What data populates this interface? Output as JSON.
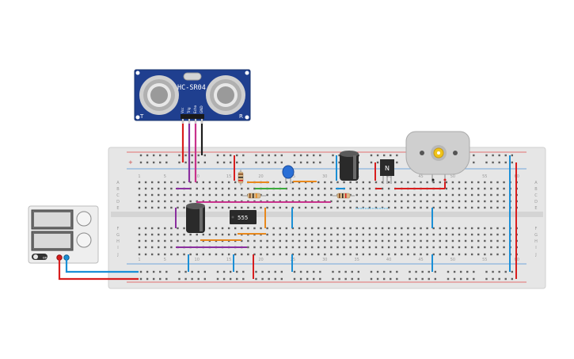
{
  "sensor": {
    "model": "HC-SR04",
    "left_mark": "T",
    "right_mark": "R",
    "pins": [
      "Vcc",
      "Trig",
      "Echo",
      "GND"
    ]
  },
  "breadboard": {
    "top_numbers": [
      "1",
      "5",
      "10",
      "15",
      "20",
      "25",
      "30",
      "35",
      "40",
      "45",
      "50",
      "55",
      "60"
    ],
    "row_letters_top": [
      "A",
      "B",
      "C",
      "D",
      "E"
    ],
    "row_letters_bottom": [
      "F",
      "G",
      "H",
      "I",
      "J"
    ],
    "rail_plus": "+",
    "rail_minus": "−"
  },
  "ic": {
    "label": "555"
  },
  "transistor": {
    "label": "N"
  },
  "power_supply": {
    "button_label": "on"
  },
  "colors": {
    "board": "#e6e6e6",
    "hole": "#5a5a5a",
    "wire_red": "#d81e1e",
    "wire_blue": "#1a8fd6",
    "wire_purple": "#8b2f9f",
    "wire_orange": "#e8881c",
    "wire_green": "#3caa3c",
    "wire_magenta": "#c8328c",
    "wire_black": "#1e1e1e",
    "sensor_blue": "#1f3f8f"
  }
}
